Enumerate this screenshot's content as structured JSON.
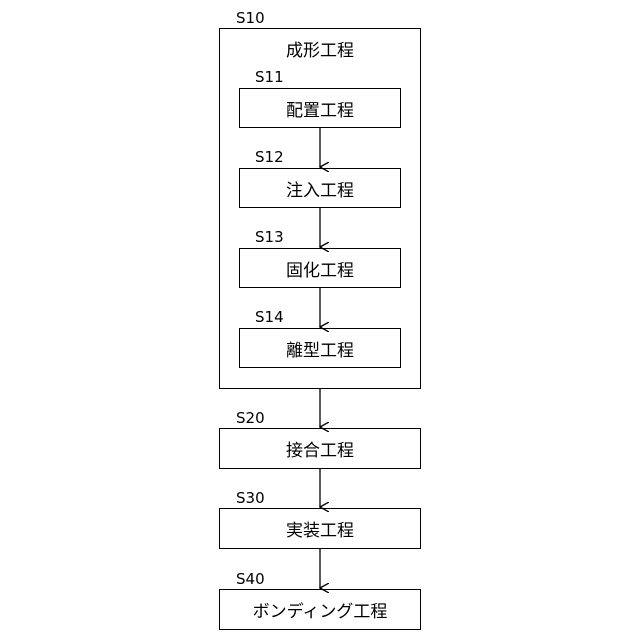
{
  "forming_step": {
    "id": "S10",
    "title": "成形工程",
    "sub_steps": [
      {
        "id": "S11",
        "label": "配置工程"
      },
      {
        "id": "S12",
        "label": "注入工程"
      },
      {
        "id": "S13",
        "label": "固化工程"
      },
      {
        "id": "S14",
        "label": "離型工程"
      }
    ]
  },
  "main_steps": [
    {
      "id": "S20",
      "label": "接合工程"
    },
    {
      "id": "S30",
      "label": "実装工程"
    },
    {
      "id": "S40",
      "label": "ボンディング工程"
    }
  ]
}
